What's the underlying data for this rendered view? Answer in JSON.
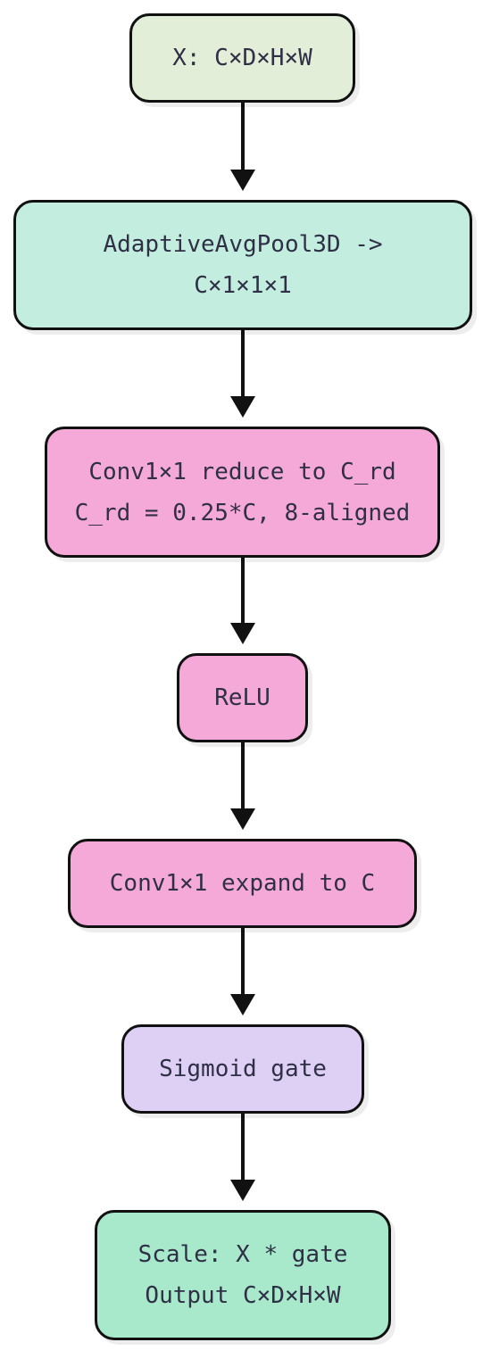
{
  "nodes": [
    {
      "id": "input",
      "lines": [
        "X: C×D×H×W"
      ],
      "fill": "#e2eed7"
    },
    {
      "id": "pool",
      "lines": [
        "AdaptiveAvgPool3D ->",
        "C×1×1×1"
      ],
      "fill": "#c3eedf"
    },
    {
      "id": "reduce",
      "lines": [
        "Conv1×1 reduce to C_rd",
        "C_rd = 0.25*C, 8-aligned"
      ],
      "fill": "#f5a9d8"
    },
    {
      "id": "relu",
      "lines": [
        "ReLU"
      ],
      "fill": "#f5a9d8"
    },
    {
      "id": "expand",
      "lines": [
        "Conv1×1 expand to C"
      ],
      "fill": "#f5a9d8"
    },
    {
      "id": "sigmoid",
      "lines": [
        "Sigmoid gate"
      ],
      "fill": "#ded0f5"
    },
    {
      "id": "output",
      "lines": [
        "Scale: X * gate",
        "Output C×D×H×W"
      ],
      "fill": "#a8e9cc"
    }
  ],
  "edges": [
    {
      "from": "input",
      "to": "pool"
    },
    {
      "from": "pool",
      "to": "reduce"
    },
    {
      "from": "reduce",
      "to": "relu"
    },
    {
      "from": "relu",
      "to": "expand"
    },
    {
      "from": "expand",
      "to": "sigmoid"
    },
    {
      "from": "sigmoid",
      "to": "output"
    }
  ]
}
